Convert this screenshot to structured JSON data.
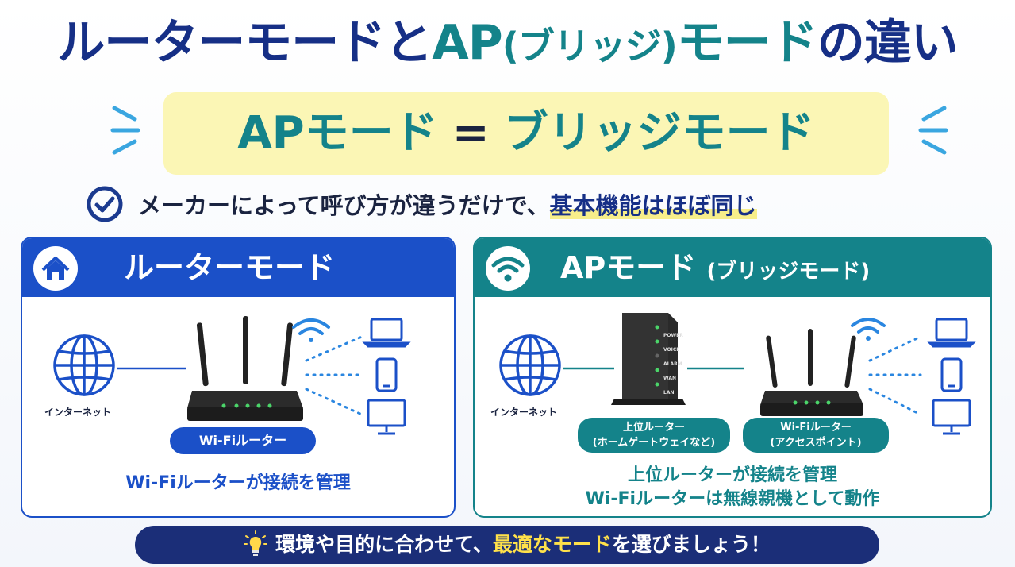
{
  "title": {
    "part1": "ルーターモードと",
    "part2": "AP",
    "part3": "(ブリッジ)",
    "part4": "モード",
    "part5": "の違い"
  },
  "banner": {
    "left": "APモード",
    "eq": "=",
    "right": "ブリッジモード"
  },
  "check_line": {
    "text": "メーカーによって呼び方が違うだけで、",
    "highlight": "基本機能はほぼ同じ"
  },
  "router_panel": {
    "title": "ルーターモード",
    "internet_label": "インターネット",
    "router_label": "Wi-Fiルーター",
    "caption": "Wi-Fiルーターが接続を管理",
    "icon": "home-icon",
    "color": "#1b50c8"
  },
  "ap_panel": {
    "title": "APモード",
    "title_sub": "(ブリッジモード)",
    "internet_label": "インターネット",
    "upper_router_line1": "上位ルーター",
    "upper_router_line2": "(ホームゲートウェイなど)",
    "wifi_router_line1": "Wi-Fiルーター",
    "wifi_router_line2": "(アクセスポイント)",
    "gateway_leds": [
      "POWER",
      "VOICE",
      "ALARM",
      "WAN",
      "LAN"
    ],
    "caption_line1": "上位ルーターが接続を管理",
    "caption_line2": "Wi-Fiルーターは無線親機として動作",
    "icon": "wifi-icon",
    "color": "#14838a"
  },
  "bottom_banner": {
    "prefix": "環境や目的に合わせて、",
    "highlight": "最適なモード",
    "suffix": "を選びましょう！",
    "icon": "lightbulb-icon"
  },
  "colors": {
    "navy": "#162f86",
    "blue": "#1b50c8",
    "teal": "#14838a",
    "yellow": "#fbf6b5"
  }
}
